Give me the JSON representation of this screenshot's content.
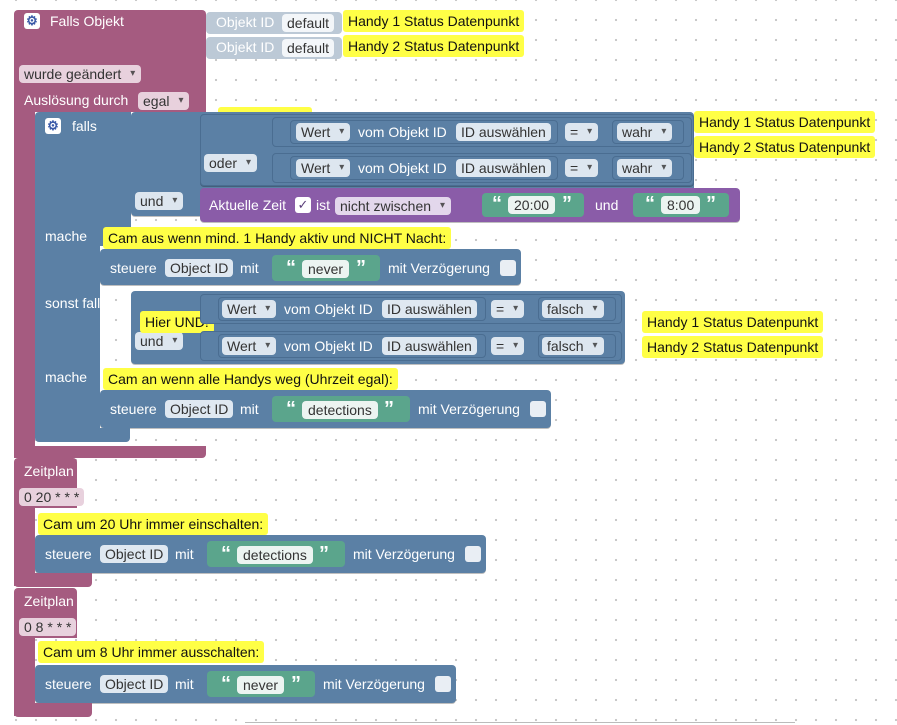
{
  "trigger_block": {
    "title": "Falls Objekt",
    "object_id_label_1": "Objekt ID",
    "object_id_value_1": "default",
    "object_id_label_2": "Objekt ID",
    "object_id_value_2": "default",
    "changed_dropdown": "wurde geändert",
    "trigger_by_label": "Auslösung durch",
    "trigger_by_dropdown": "egal",
    "comment_1": "Handy 1 Status Datenpunkt",
    "comment_2": "Handy 2 Status Datenpunkt"
  },
  "if_block": {
    "falls": "falls",
    "or_dropdown": "oder",
    "and_dropdown_1": "und",
    "cond_1": {
      "value_dropdown": "Wert",
      "from_label": "vom Objekt ID",
      "id_select": "ID auswählen",
      "op": "=",
      "val": "wahr",
      "comment": "Handy 1 Status Datenpunkt"
    },
    "cond_2": {
      "value_dropdown": "Wert",
      "from_label": "vom Objekt ID",
      "id_select": "ID auswählen",
      "op": "=",
      "val": "wahr",
      "comment": "Handy 2 Status Datenpunkt"
    },
    "time": {
      "label": "Aktuelle Zeit",
      "ist": "ist",
      "range_dropdown": "nicht zwischen",
      "from": "20:00",
      "und": "und",
      "to": "8:00"
    },
    "mache_1": "mache",
    "mache_1_comment": "Cam aus wenn mind. 1 Handy aktiv und NICHT Nacht:",
    "control_1": {
      "label": "steuere",
      "object": "Object ID",
      "mit": "mit",
      "value": "never",
      "delay": "mit Verzögerung"
    },
    "else_if": "sonst falls",
    "and_dropdown_2": "und",
    "hier_und": "Hier UND!",
    "cond_3": {
      "value_dropdown": "Wert",
      "from_label": "vom Objekt ID",
      "id_select": "ID auswählen",
      "op": "=",
      "val": "falsch",
      "comment": "Handy 1 Status Datenpunkt"
    },
    "cond_4": {
      "value_dropdown": "Wert",
      "from_label": "vom Objekt ID",
      "id_select": "ID auswählen",
      "op": "=",
      "val": "falsch",
      "comment": "Handy 2 Status Datenpunkt"
    },
    "mache_2": "mache",
    "mache_2_comment": "Cam an wenn alle Handys weg (Uhrzeit egal):",
    "control_2": {
      "label": "steuere",
      "object": "Object ID",
      "mit": "mit",
      "value": "detections",
      "delay": "mit Verzögerung"
    }
  },
  "schedule_1": {
    "title": "Zeitplan",
    "cron": "0 20 * * *",
    "comment": "Cam um 20 Uhr immer einschalten:",
    "control": {
      "label": "steuere",
      "object": "Object ID",
      "mit": "mit",
      "value": "detections",
      "delay": "mit Verzögerung"
    }
  },
  "schedule_2": {
    "title": "Zeitplan",
    "cron": "0 8 * * *",
    "comment": "Cam um 8 Uhr immer ausschalten:",
    "control": {
      "label": "steuere",
      "object": "Object ID",
      "mit": "mit",
      "value": "never",
      "delay": "mit Verzögerung"
    }
  },
  "colors": {
    "event": "#a55b80",
    "logic": "#5b80a5",
    "time": "#8a5ca8",
    "text": "#5ba58c",
    "comment": "#ffff46"
  }
}
